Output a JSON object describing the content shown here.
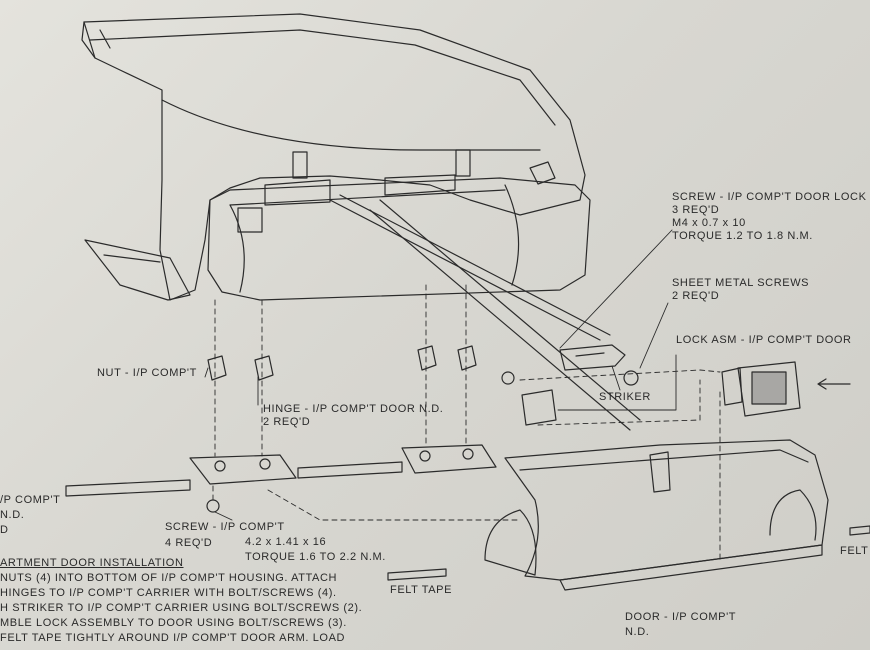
{
  "labels": {
    "door_lock_screw": {
      "title": "SCREW - I/P COMP'T DOOR LOCK",
      "qty": "3 REQ'D",
      "size": "M4 x 0.7 x 10",
      "torque": "TORQUE 1.2 TO 1.8 N.M."
    },
    "sheet_metal_screws": {
      "title": "SHEET METAL SCREWS",
      "qty": "2 REQ'D"
    },
    "lock_asm": "LOCK ASM - I/P COMP'T DOOR",
    "nut": "NUT - I/P COMP'T",
    "striker": "STRIKER",
    "hinge": {
      "title": "HINGE - I/P COMP'T DOOR N.D.",
      "qty": "2 REQ'D"
    },
    "left_partial": [
      "/P COMP'T",
      "N.D.",
      "D"
    ],
    "screw_comp": {
      "title": "SCREW - I/P COMP'T",
      "qty": "4 REQ'D"
    },
    "hinge_screw": {
      "size": "4.2 x 1.41 x 16",
      "torque": "TORQUE 1.6 TO 2.2 N.M."
    },
    "felt_tape": "FELT TAPE",
    "felt_right": "FELT",
    "door": {
      "title": "DOOR - I/P COMP'T",
      "nd": "N.D."
    }
  },
  "instructions": {
    "heading": "ARTMENT DOOR INSTALLATION",
    "lines": [
      "NUTS (4) INTO BOTTOM OF I/P COMP'T HOUSING. ATTACH",
      "HINGES TO I/P COMP'T CARRIER WITH BOLT/SCREWS (4).",
      "H STRIKER TO I/P COMP'T CARRIER USING BOLT/SCREWS (2).",
      "MBLE LOCK ASSEMBLY TO DOOR USING BOLT/SCREWS (3).",
      "FELT TAPE TIGHTLY AROUND I/P COMP'T DOOR ARM. LOAD"
    ]
  }
}
